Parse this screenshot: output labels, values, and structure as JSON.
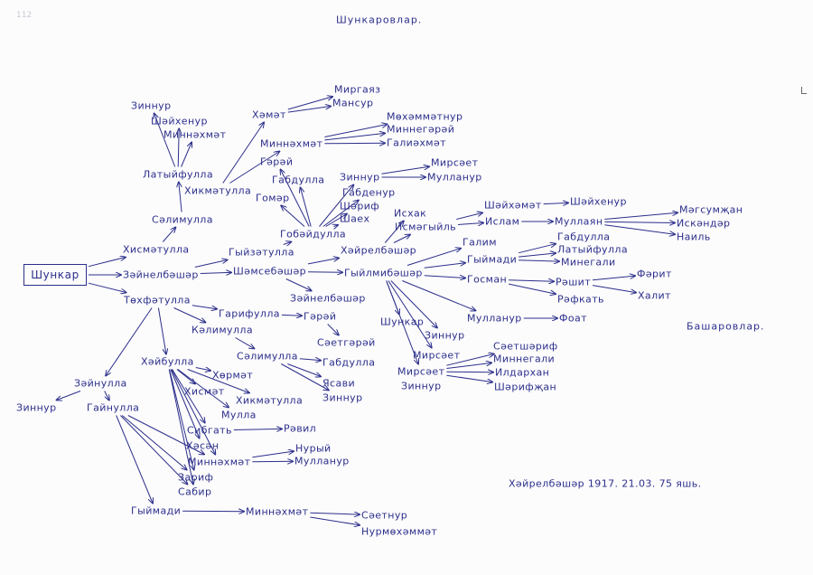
{
  "header": {
    "top_title": "Шункаровлар.",
    "side_title": "Башаровлар.",
    "page_mark": "112",
    "footer_note": "Хәйрелбәшәр   1917. 21.03.   75 яшь."
  },
  "ink_color": "#2c2f8a",
  "root": {
    "id": "root",
    "label": "Шункар"
  },
  "names": [
    {
      "id": "zinnur1",
      "label": "Зиннур"
    },
    {
      "id": "shaihenur1",
      "label": "Шәйхенур"
    },
    {
      "id": "minnehmet1",
      "label": "Миннәхмәт"
    },
    {
      "id": "latyifulla1",
      "label": "Латыйфулла"
    },
    {
      "id": "hikmetulla1",
      "label": "Хикмәтулла"
    },
    {
      "id": "selimulla1",
      "label": "Сәлимулла"
    },
    {
      "id": "hemet",
      "label": "Хәмәт"
    },
    {
      "id": "mirgayaz",
      "label": "Миргаяз"
    },
    {
      "id": "mansur",
      "label": "Мансур"
    },
    {
      "id": "minnehmet2",
      "label": "Миннәхмәт"
    },
    {
      "id": "mohammetnur",
      "label": "Мөхәммәтнур"
    },
    {
      "id": "minnegeray",
      "label": "Миннегәрәй"
    },
    {
      "id": "galiehmet",
      "label": "Галиәхмәт"
    },
    {
      "id": "geray1",
      "label": "Гәрәй"
    },
    {
      "id": "gabdulla1",
      "label": "Габдулла"
    },
    {
      "id": "gomer",
      "label": "Гомәр"
    },
    {
      "id": "gobaydulla",
      "label": "Гобәйдулла"
    },
    {
      "id": "zinnur2",
      "label": "Зиннур"
    },
    {
      "id": "mirset1",
      "label": "Мирсәет"
    },
    {
      "id": "mullanur1",
      "label": "Муллануp"
    },
    {
      "id": "gabdenur",
      "label": "Габденур"
    },
    {
      "id": "sharif",
      "label": "Шәриф"
    },
    {
      "id": "shaeh",
      "label": "Шаех"
    },
    {
      "id": "ishak",
      "label": "Исхак"
    },
    {
      "id": "ismegyil",
      "label": "Исмәгыйль"
    },
    {
      "id": "shaihmet",
      "label": "Шәйхәмәт"
    },
    {
      "id": "shaihenur2",
      "label": "Шәйхенур"
    },
    {
      "id": "islam",
      "label": "Ислам"
    },
    {
      "id": "mullayan",
      "label": "Муллаян"
    },
    {
      "id": "megsumjan",
      "label": "Мәгсумҗан"
    },
    {
      "id": "iskender",
      "label": "Искәндәр"
    },
    {
      "id": "nail",
      "label": "Наиль"
    },
    {
      "id": "hismetulla",
      "label": "Хисмәтулла"
    },
    {
      "id": "zainelbeshar1",
      "label": "Зәйнелбәшәр"
    },
    {
      "id": "gyizzetulla",
      "label": "Гыйзәтулла"
    },
    {
      "id": "shemsebeshar",
      "label": "Шәмсебәшәр"
    },
    {
      "id": "hairelbeshar",
      "label": "Хәйрелбәшәр"
    },
    {
      "id": "galim",
      "label": "Галим"
    },
    {
      "id": "gyilmibeshar",
      "label": "Гыйлмибәшәр"
    },
    {
      "id": "gyilmadi1",
      "label": "Гыймади"
    },
    {
      "id": "gabdulla2",
      "label": "Габдулла"
    },
    {
      "id": "latyifulla2",
      "label": "Латыйфулла"
    },
    {
      "id": "minegali1",
      "label": "Минегали"
    },
    {
      "id": "gosman",
      "label": "Госман"
    },
    {
      "id": "rashit",
      "label": "Рәшит"
    },
    {
      "id": "farit",
      "label": "Фәрит"
    },
    {
      "id": "rafkat",
      "label": "Рәфкать"
    },
    {
      "id": "halit",
      "label": "Халит"
    },
    {
      "id": "zainelbeshar2",
      "label": "Зәйнелбәшәр"
    },
    {
      "id": "tohfetulla",
      "label": "Төхфәтулла"
    },
    {
      "id": "garifulla",
      "label": "Гарифулла"
    },
    {
      "id": "geray2",
      "label": "Гәрәй"
    },
    {
      "id": "kelimulla",
      "label": "Кәлимулла"
    },
    {
      "id": "setgeray",
      "label": "Сәетгәрәй"
    },
    {
      "id": "shunkar2",
      "label": "Шункар"
    },
    {
      "id": "zinnur3",
      "label": "Зиннур"
    },
    {
      "id": "mullanur2",
      "label": "Муллануp"
    },
    {
      "id": "foat",
      "label": "Фоат"
    },
    {
      "id": "mirset2",
      "label": "Мирсәет"
    },
    {
      "id": "mirset3",
      "label": "Мирсәет"
    },
    {
      "id": "zinnur4",
      "label": "Зиннур"
    },
    {
      "id": "setsharif",
      "label": "Сәетшәриф"
    },
    {
      "id": "minnegali",
      "label": "Миннегали"
    },
    {
      "id": "ildarhan",
      "label": "Илдархан"
    },
    {
      "id": "sharifjan",
      "label": "Шәрифҗан"
    },
    {
      "id": "selimulla2",
      "label": "Сәлимулла"
    },
    {
      "id": "gabdulla3",
      "label": "Габдулла"
    },
    {
      "id": "yasavi",
      "label": "Ясави"
    },
    {
      "id": "zinnur5",
      "label": "Зиннур"
    },
    {
      "id": "haibulla",
      "label": "Хәйбулла"
    },
    {
      "id": "hermet",
      "label": "Хөрмәт"
    },
    {
      "id": "hismet",
      "label": "Хисмәт"
    },
    {
      "id": "hikmetulla2",
      "label": "Хикмәтулла"
    },
    {
      "id": "mulla",
      "label": "Мулла"
    },
    {
      "id": "sibgat",
      "label": "Сибгать"
    },
    {
      "id": "ravil",
      "label": "Рәвил"
    },
    {
      "id": "hesen",
      "label": "Хәсән"
    },
    {
      "id": "minnehmet3",
      "label": "Миннәхмәт"
    },
    {
      "id": "nuryi",
      "label": "Нурый"
    },
    {
      "id": "mullanur3",
      "label": "Муллануp"
    },
    {
      "id": "zarif",
      "label": "Зариф"
    },
    {
      "id": "sabir",
      "label": "Сабир"
    },
    {
      "id": "zainulla",
      "label": "Зәйнулла"
    },
    {
      "id": "zinnur6",
      "label": "Зиннур"
    },
    {
      "id": "gainulla",
      "label": "Гайнулла"
    },
    {
      "id": "gyilmadi2",
      "label": "Гыймади"
    },
    {
      "id": "minnehmet4",
      "label": "Миннәхмәт"
    },
    {
      "id": "setnur",
      "label": "Сәетнур"
    },
    {
      "id": "nurmohammet",
      "label": "Нурмөхәммәт"
    }
  ],
  "relations": [
    [
      "root",
      "hismetulla"
    ],
    [
      "root",
      "zainelbeshar1"
    ],
    [
      "root",
      "tohfetulla"
    ],
    [
      "hismetulla",
      "selimulla1"
    ],
    [
      "selimulla1",
      "latyifulla1"
    ],
    [
      "latyifulla1",
      "zinnur1"
    ],
    [
      "latyifulla1",
      "shaihenur1"
    ],
    [
      "latyifulla1",
      "minnehmet1"
    ],
    [
      "hikmetulla1",
      "hemet"
    ],
    [
      "hikmetulla1",
      "minnehmet2"
    ],
    [
      "hemet",
      "mirgayaz"
    ],
    [
      "hemet",
      "mansur"
    ],
    [
      "minnehmet2",
      "mohammetnur"
    ],
    [
      "minnehmet2",
      "minnegeray"
    ],
    [
      "minnehmet2",
      "galiehmet"
    ],
    [
      "gobaydulla",
      "geray1"
    ],
    [
      "gobaydulla",
      "gabdulla1"
    ],
    [
      "gobaydulla",
      "gomer"
    ],
    [
      "gobaydulla",
      "zinnur2"
    ],
    [
      "gobaydulla",
      "gabdenur"
    ],
    [
      "gobaydulla",
      "sharif"
    ],
    [
      "gobaydulla",
      "shaeh"
    ],
    [
      "zinnur2",
      "mirset1"
    ],
    [
      "zinnur2",
      "mullanur1"
    ],
    [
      "gyizzetulla",
      "gobaydulla"
    ],
    [
      "zainelbeshar1",
      "gyizzetulla"
    ],
    [
      "zainelbeshar1",
      "shemsebeshar"
    ],
    [
      "shemsebeshar",
      "hairelbeshar"
    ],
    [
      "shemsebeshar",
      "gyilmibeshar"
    ],
    [
      "shemsebeshar",
      "zainelbeshar2"
    ],
    [
      "hairelbeshar",
      "ishak"
    ],
    [
      "hairelbeshar",
      "ismegyil"
    ],
    [
      "ismegyil",
      "shaihmet"
    ],
    [
      "ismegyil",
      "islam"
    ],
    [
      "shaihmet",
      "shaihenur2"
    ],
    [
      "islam",
      "mullayan"
    ],
    [
      "mullayan",
      "megsumjan"
    ],
    [
      "mullayan",
      "iskender"
    ],
    [
      "mullayan",
      "nail"
    ],
    [
      "gyilmibeshar",
      "galim"
    ],
    [
      "gyilmibeshar",
      "gyilmadi1"
    ],
    [
      "gyilmibeshar",
      "gosman"
    ],
    [
      "gyilmibeshar",
      "mullanur2"
    ],
    [
      "gyilmibeshar",
      "shunkar2"
    ],
    [
      "gyilmibeshar",
      "zinnur3"
    ],
    [
      "gyilmibeshar",
      "mirset2"
    ],
    [
      "gyilmibeshar",
      "mirset3"
    ],
    [
      "gyilmadi1",
      "gabdulla2"
    ],
    [
      "gyilmadi1",
      "latyifulla2"
    ],
    [
      "gyilmadi1",
      "minegali1"
    ],
    [
      "gosman",
      "rashit"
    ],
    [
      "gosman",
      "rafkat"
    ],
    [
      "rashit",
      "farit"
    ],
    [
      "rashit",
      "halit"
    ],
    [
      "mullanur2",
      "foat"
    ],
    [
      "mirset3",
      "setsharif"
    ],
    [
      "mirset3",
      "minnegali"
    ],
    [
      "mirset3",
      "ildarhan"
    ],
    [
      "mirset3",
      "sharifjan"
    ],
    [
      "tohfetulla",
      "garifulla"
    ],
    [
      "tohfetulla",
      "kelimulla"
    ],
    [
      "tohfetulla",
      "haibulla"
    ],
    [
      "tohfetulla",
      "zainulla"
    ],
    [
      "garifulla",
      "geray2"
    ],
    [
      "geray2",
      "setgeray"
    ],
    [
      "kelimulla",
      "selimulla2"
    ],
    [
      "selimulla2",
      "gabdulla3"
    ],
    [
      "selimulla2",
      "yasavi"
    ],
    [
      "selimulla2",
      "zinnur5"
    ],
    [
      "haibulla",
      "hermet"
    ],
    [
      "haibulla",
      "hismet"
    ],
    [
      "haibulla",
      "hikmetulla2"
    ],
    [
      "haibulla",
      "mulla"
    ],
    [
      "haibulla",
      "sibgat"
    ],
    [
      "haibulla",
      "hesen"
    ],
    [
      "haibulla",
      "minnehmet3"
    ],
    [
      "haibulla",
      "zarif"
    ],
    [
      "haibulla",
      "sabir"
    ],
    [
      "sibgat",
      "ravil"
    ],
    [
      "minnehmet3",
      "nuryi"
    ],
    [
      "minnehmet3",
      "mullanur3"
    ],
    [
      "zainulla",
      "zinnur6"
    ],
    [
      "zainulla",
      "gainulla"
    ],
    [
      "gainulla",
      "gyilmadi2"
    ],
    [
      "gainulla",
      "zarif"
    ],
    [
      "gainulla",
      "sabir"
    ],
    [
      "gainulla",
      "minnehmet3"
    ],
    [
      "gyilmadi2",
      "minnehmet4"
    ],
    [
      "minnehmet4",
      "setnur"
    ],
    [
      "minnehmet4",
      "nurmohammet"
    ]
  ]
}
